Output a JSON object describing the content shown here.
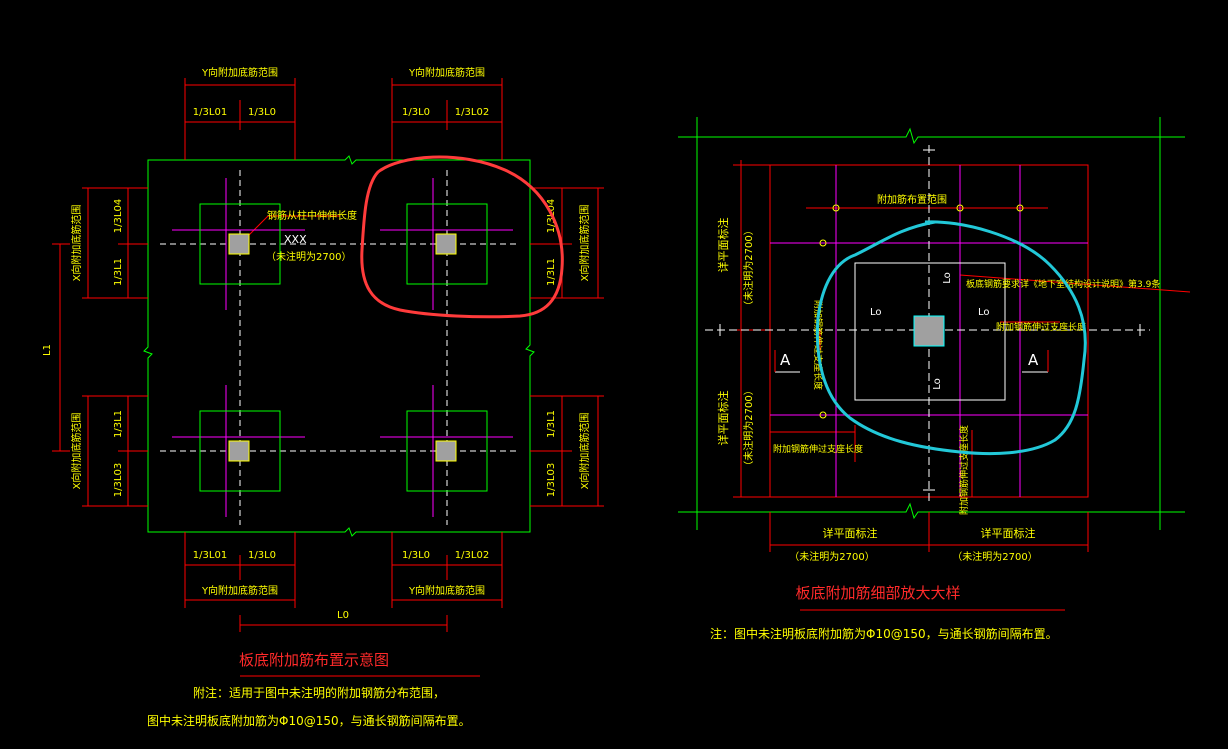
{
  "colors": {
    "background": "#000000",
    "outline_green": "#00ff00",
    "dimension_red": "#ff0000",
    "annotation_yellow": "#ffff00",
    "axis_white": "#ffffff",
    "rebar_magenta": "#ff00ff",
    "column_gray": "#a0a0a0",
    "markup_red": "#ff3b3b",
    "markup_cyan": "#22c8d8"
  },
  "left": {
    "title": "板底附加筋布置示意图",
    "note_line1": "附注：适用于图中未注明的附加钢筋分布范围，",
    "note_line2": "图中未注明板底附加筋为Φ10@150，与通长钢筋间隔布置。",
    "y_range_label": "Y向附加底筋范围",
    "x_range_label": "X向附加底筋范围",
    "dim_top_left": [
      "1/3L01",
      "1/3L0"
    ],
    "dim_top_right": [
      "1/3L0",
      "1/3L02"
    ],
    "dim_bottom_left": [
      "1/3L01",
      "1/3L0"
    ],
    "dim_bottom_right": [
      "1/3L0",
      "1/3L02"
    ],
    "dim_left_upper": [
      "1/3L04",
      "1/3L1"
    ],
    "dim_left_lower": [
      "1/3L1",
      "1/3L03"
    ],
    "dim_right_upper": [
      "1/3L04",
      "1/3L1"
    ],
    "dim_right_lower": [
      "1/3L1",
      "1/3L03"
    ],
    "dim_L1": "L1",
    "dim_L0": "L0",
    "anchor_note": "钢筋从柱中伸伸长度",
    "anchor_value": "XXX",
    "anchor_default": "（未注明为2700）"
  },
  "right": {
    "title": "板底附加筋细部放大大样",
    "note": "注：图中未注明板底附加筋为Φ10@150，与通长钢筋间隔布置。",
    "range_label": "附加筋布置范围",
    "detail_note": "板底钢筋要求详《地下室结构设计说明》第3.9条",
    "extend_label": "附加钢筋伸过支座长度",
    "extend_label_left": "附加钢筋伸过支座长度",
    "extend_label_vertical": "附加钢筋伸过支座长度",
    "see_plan": "详平面标注",
    "default_2700": "（未注明为2700）",
    "section_mark": "A",
    "lo_label": "Lo"
  }
}
